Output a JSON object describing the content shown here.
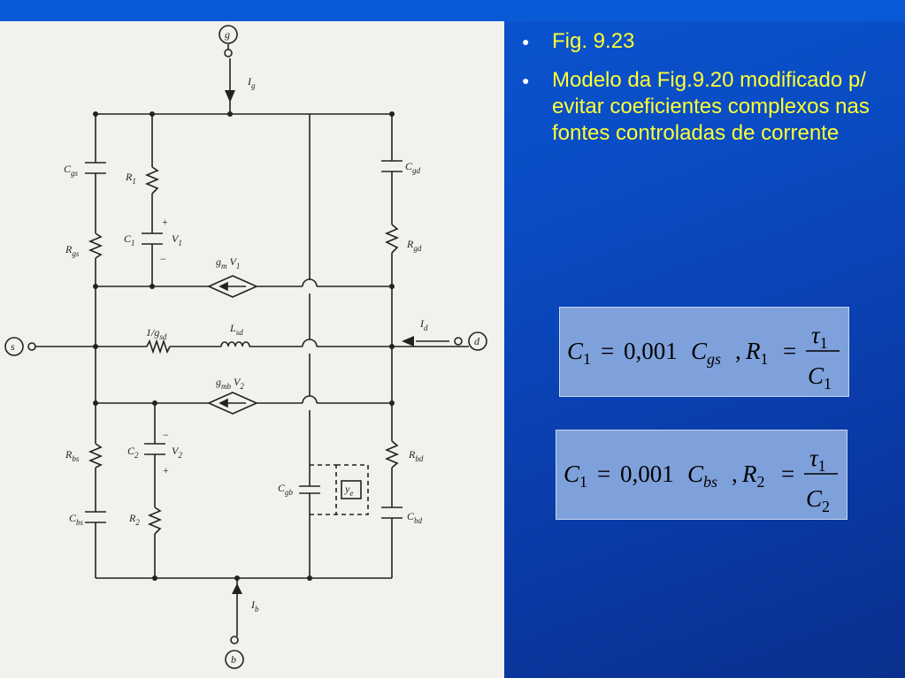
{
  "bullets": [
    {
      "text": "Fig. 9.23"
    },
    {
      "text": "Modelo da Fig.9.20 modificado p/ evitar coeficientes complexos nas fontes controladas de corrente"
    }
  ],
  "equations": [
    {
      "c": "C",
      "c_sub": "1",
      "eq": "=",
      "coef": "0,001",
      "cx": "C",
      "cx_sub": "gs",
      "comma": ",",
      "r": "R",
      "r_sub": "1",
      "num": "τ",
      "num_sub": "1",
      "den": "C",
      "den_sub": "1"
    },
    {
      "c": "C",
      "c_sub": "1",
      "eq": "=",
      "coef": "0,001",
      "cx": "C",
      "cx_sub": "bs",
      "comma": ",",
      "r": "R",
      "r_sub": "2",
      "num": "τ",
      "num_sub": "1",
      "den": "C",
      "den_sub": "2"
    }
  ],
  "circuit": {
    "terminals": {
      "g": "g",
      "s": "s",
      "d": "d",
      "b": "b"
    },
    "currents": {
      "ig": "I",
      "ig_sub": "g",
      "id": "I",
      "id_sub": "d",
      "ib": "I",
      "ib_sub": "b"
    },
    "labels": {
      "cgs": "C",
      "cgs_sub": "gs",
      "r1": "R",
      "r1_sub": "1",
      "cgd": "C",
      "cgd_sub": "gd",
      "c1": "C",
      "c1_sub": "1",
      "v1": "V",
      "v1_sub": "1",
      "rgs": "R",
      "rgs_sub": "gs",
      "rgd": "R",
      "rgd_sub": "gd",
      "gmv1": "g",
      "gmv1_sub": "m",
      "gmv1_v": "V",
      "gmv1_vsub": "1",
      "gsd": "1/g",
      "gsd_sub": "sd",
      "lsd": "L",
      "lsd_sub": "sd",
      "gmbv2": "g",
      "gmbv2_sub": "mb",
      "gmbv2_v": "V",
      "gmbv2_vsub": "2",
      "c2": "C",
      "c2_sub": "2",
      "v2": "V",
      "v2_sub": "2",
      "rbs": "R",
      "rbs_sub": "bs",
      "rbd": "R",
      "rbd_sub": "bd",
      "cgb": "C",
      "cgb_sub": "gb",
      "ye": "y",
      "ye_sub": "e",
      "r2": "R",
      "r2_sub": "2",
      "cbs": "C",
      "cbs_sub": "bs",
      "cbd": "C",
      "cbd_sub": "bd",
      "plus": "+",
      "minus": "−"
    }
  }
}
